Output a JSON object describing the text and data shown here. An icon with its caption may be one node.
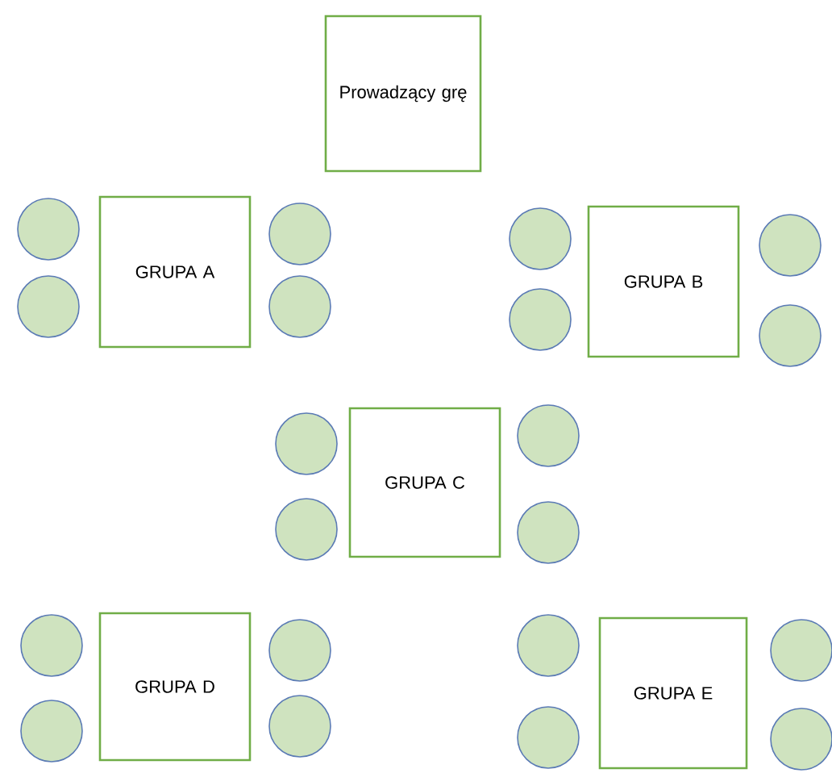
{
  "diagram": {
    "nodes": [
      {
        "text": [
          "Prowadzący grę"
        ]
      },
      {
        "text": [
          "GRUPA A"
        ]
      },
      {
        "text": [],
        "shape": "circle"
      },
      {
        "text": [],
        "shape": "circle"
      },
      {
        "text": [],
        "shape": "circle"
      },
      {
        "text": [],
        "shape": "circle"
      },
      {
        "text": [
          "GRUPA B"
        ]
      },
      {
        "text": [],
        "shape": "circle"
      },
      {
        "text": [],
        "shape": "circle"
      },
      {
        "text": [],
        "shape": "circle"
      },
      {
        "text": [],
        "shape": "circle"
      },
      {
        "text": [
          "GRUPA C"
        ]
      },
      {
        "text": [],
        "shape": "circle"
      },
      {
        "text": [],
        "shape": "circle"
      },
      {
        "text": [],
        "shape": "circle"
      },
      {
        "text": [],
        "shape": "circle"
      },
      {
        "text": [
          "GRUPA D"
        ]
      },
      {
        "text": [],
        "shape": "circle"
      },
      {
        "text": [],
        "shape": "circle"
      },
      {
        "text": [],
        "shape": "circle"
      },
      {
        "text": [],
        "shape": "circle"
      },
      {
        "text": [
          "GRUPA E"
        ]
      },
      {
        "text": [],
        "shape": "circle"
      },
      {
        "text": [],
        "shape": "circle"
      },
      {
        "text": [],
        "shape": "circle"
      },
      {
        "text": [],
        "shape": "circle"
      }
    ]
  }
}
